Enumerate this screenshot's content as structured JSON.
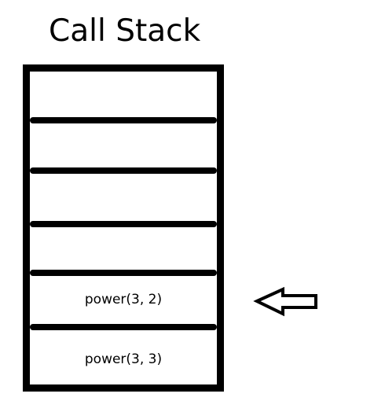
{
  "title": "Call Stack",
  "stack": {
    "empty_slots": 4,
    "frames": [
      {
        "label": "power(3, 2)"
      },
      {
        "label": "power(3, 3)"
      }
    ],
    "current_frame": "power(3, 2)"
  },
  "colors": {
    "stroke": "#000000",
    "background": "#ffffff"
  },
  "icons": {
    "pointer": "left-arrow-icon"
  }
}
